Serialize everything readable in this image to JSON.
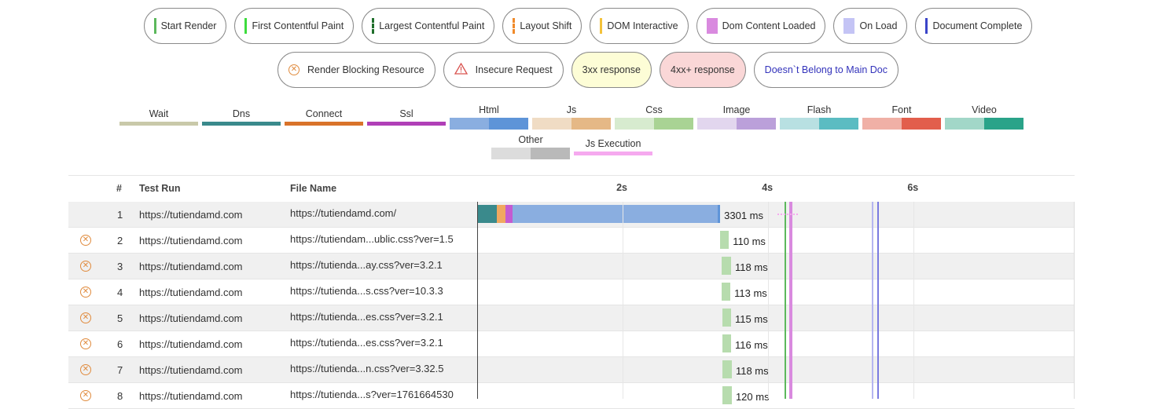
{
  "event_legend": [
    {
      "label": "Start Render",
      "marker": "bar",
      "color": "#5cb85c"
    },
    {
      "label": "First Contentful Paint",
      "marker": "bar",
      "color": "#3ddc3d"
    },
    {
      "label": "Largest Contentful Paint",
      "marker": "dashed",
      "color": "#1f6e2b"
    },
    {
      "label": "Layout Shift",
      "marker": "dashed",
      "color": "#f08a2a"
    },
    {
      "label": "DOM Interactive",
      "marker": "bar",
      "color": "#f3c23a"
    },
    {
      "label": "Dom Content Loaded",
      "marker": "square",
      "color": "#d98adf"
    },
    {
      "label": "On Load",
      "marker": "square",
      "color": "#c4c4f5"
    },
    {
      "label": "Document Complete",
      "marker": "bar",
      "color": "#3a44c8"
    }
  ],
  "flag_legend": [
    {
      "label": "Render Blocking Resource",
      "icon": "render-blocking-icon",
      "bg": "#ffffff",
      "color": "#333333"
    },
    {
      "label": "Insecure Request",
      "icon": "warning-icon",
      "bg": "#ffffff",
      "color": "#333333"
    },
    {
      "label": "3xx response",
      "icon": "",
      "bg": "#fdfdd6",
      "color": "#333333"
    },
    {
      "label": "4xx+ response",
      "icon": "",
      "bg": "#fad7d7",
      "color": "#333333"
    },
    {
      "label": "Doesn`t Belong to Main Doc",
      "icon": "",
      "bg": "#ffffff",
      "color": "#3333bb"
    }
  ],
  "timing_legend": [
    {
      "label": "Wait",
      "colors": [
        "#c9c9a9"
      ]
    },
    {
      "label": "Dns",
      "colors": [
        "#3a8a8c"
      ]
    },
    {
      "label": "Connect",
      "colors": [
        "#d9732a"
      ]
    },
    {
      "label": "Ssl",
      "colors": [
        "#b03fb7"
      ]
    },
    {
      "label": "Html",
      "colors": [
        "#8aaee0",
        "#5e94d8"
      ]
    },
    {
      "label": "Js",
      "colors": [
        "#f0dcc4",
        "#e5b886"
      ]
    },
    {
      "label": "Css",
      "colors": [
        "#d7ebcf",
        "#a9d394"
      ]
    },
    {
      "label": "Image",
      "colors": [
        "#e2d6ee",
        "#bba0da"
      ]
    },
    {
      "label": "Flash",
      "colors": [
        "#b8e0e2",
        "#5bbcc2"
      ]
    },
    {
      "label": "Font",
      "colors": [
        "#f0b0a6",
        "#e25e4c"
      ]
    },
    {
      "label": "Video",
      "colors": [
        "#a2d7c8",
        "#2aa389"
      ]
    },
    {
      "label": "Other",
      "colors": [
        "#dcdcdc",
        "#b9b9b9"
      ]
    },
    {
      "label": "Js Execution",
      "colors": [
        "#f6a9ef"
      ]
    }
  ],
  "table": {
    "headers": {
      "num": "#",
      "test_run": "Test Run",
      "file_name": "File Name"
    },
    "ticks": [
      "2s",
      "4s",
      "6s"
    ],
    "time_axis_s": [
      0,
      8.2
    ],
    "rows": [
      {
        "num": "1",
        "test_run": "https://tutiendamd.com",
        "file": "https://tutiendamd.com/",
        "blocking": false,
        "duration": "3301 ms",
        "segments": [
          {
            "start": 0.0,
            "end": 0.27,
            "color": "#3a8a8c"
          },
          {
            "start": 0.27,
            "end": 0.39,
            "color": "#f0a860"
          },
          {
            "start": 0.39,
            "end": 0.49,
            "color": "#c45bd1"
          },
          {
            "start": 0.49,
            "end": 3.31,
            "color": "#8aaee0"
          },
          {
            "start": 3.31,
            "end": 3.34,
            "color": "#5e94d8"
          }
        ]
      },
      {
        "num": "2",
        "test_run": "https://tutiendamd.com",
        "file": "https://tutiendam...ublic.css?ver=1.5",
        "blocking": true,
        "duration": "110 ms",
        "segments": [
          {
            "start": 3.34,
            "end": 3.46,
            "color": "#b7dcae"
          }
        ]
      },
      {
        "num": "3",
        "test_run": "https://tutiendamd.com",
        "file": "https://tutienda...ay.css?ver=3.2.1",
        "blocking": true,
        "duration": "118 ms",
        "segments": [
          {
            "start": 3.36,
            "end": 3.49,
            "color": "#b7dcae"
          }
        ]
      },
      {
        "num": "4",
        "test_run": "https://tutiendamd.com",
        "file": "https://tutienda...s.css?ver=10.3.3",
        "blocking": true,
        "duration": "113 ms",
        "segments": [
          {
            "start": 3.36,
            "end": 3.48,
            "color": "#b7dcae"
          }
        ]
      },
      {
        "num": "5",
        "test_run": "https://tutiendamd.com",
        "file": "https://tutienda...es.css?ver=3.2.1",
        "blocking": true,
        "duration": "115 ms",
        "segments": [
          {
            "start": 3.37,
            "end": 3.49,
            "color": "#b7dcae"
          }
        ]
      },
      {
        "num": "6",
        "test_run": "https://tutiendamd.com",
        "file": "https://tutienda...es.css?ver=3.2.1",
        "blocking": true,
        "duration": "116 ms",
        "segments": [
          {
            "start": 3.37,
            "end": 3.49,
            "color": "#b7dcae"
          }
        ]
      },
      {
        "num": "7",
        "test_run": "https://tutiendamd.com",
        "file": "https://tutienda...n.css?ver=3.32.5",
        "blocking": true,
        "duration": "118 ms",
        "segments": [
          {
            "start": 3.37,
            "end": 3.5,
            "color": "#b7dcae"
          }
        ]
      },
      {
        "num": "8",
        "test_run": "https://tutiendamd.com",
        "file": "https://tutienda...s?ver=1761664530",
        "blocking": true,
        "duration": "120 ms",
        "segments": [
          {
            "start": 3.37,
            "end": 3.5,
            "color": "#b7dcae"
          }
        ]
      }
    ],
    "event_lines": [
      {
        "name": "start-render-line",
        "time": 4.22,
        "color": "#5cb85c"
      },
      {
        "name": "dom-content-loaded-line",
        "time": 4.29,
        "color": "#d98adf"
      },
      {
        "name": "on-load-line",
        "time": 5.42,
        "color": "#b5b5f0"
      },
      {
        "name": "document-complete-line",
        "time": 5.5,
        "color": "#7a7ae0"
      }
    ]
  }
}
